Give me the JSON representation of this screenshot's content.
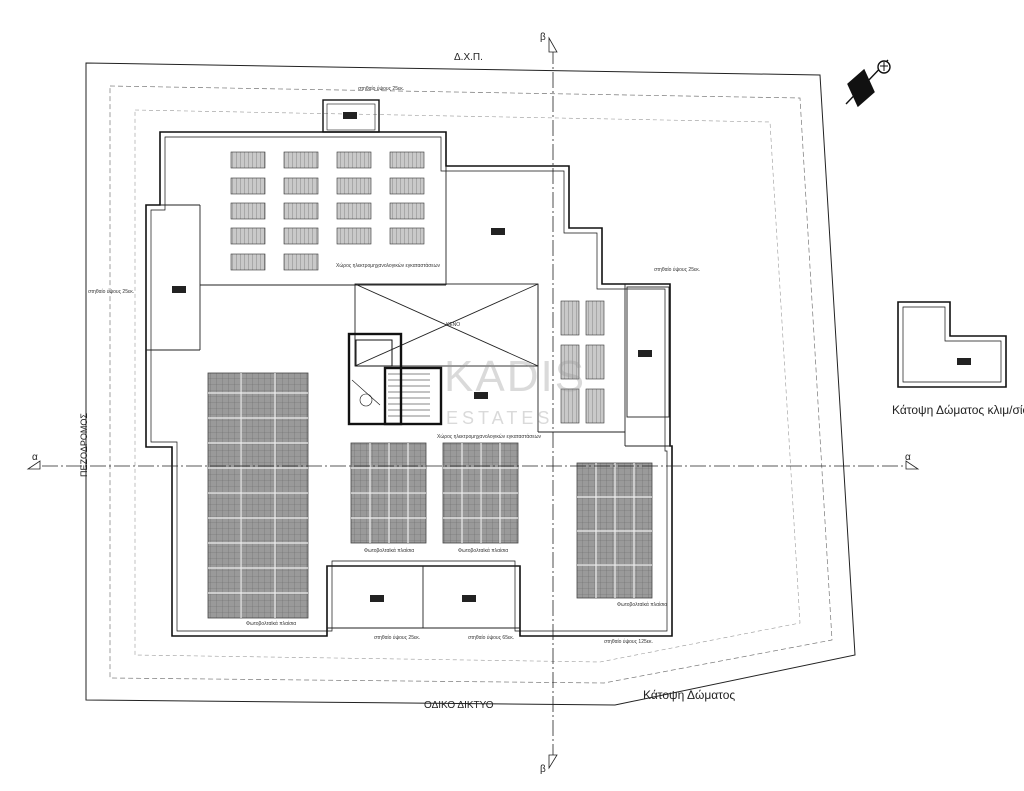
{
  "title_roof_plan": "Κάτοψη Δώματος",
  "title_ac_roof_plan": "Κάτοψη Δώματος κλιμ/σίου",
  "top_boundary_label": "Δ.Χ.Π.",
  "bottom_road_label": "ΟΔΙΚΟ ΔΙΚΤΥΟ",
  "left_road_label": "ΠΕΖΟΔΡΟΜΟΣ",
  "section_a": "α",
  "section_b": "β",
  "room_label_top": "Χώρος ηλεκτρομηχανολογικών εγκαταστάσεων",
  "room_label_mid": "Χώρος ηλεκτρομηχανολογικών εγκαταστάσεων",
  "void_label": "ΚΕΝΟ",
  "solar_panel_label_1": "Φωτοβολταϊκά πλαίσια",
  "solar_panel_label_2": "Φωτοβολταϊκά πλαίσια",
  "solar_panel_label_3": "Φωτοβολταϊκά πλαίσια",
  "solar_panel_label_4": "Φωτοβολταϊκά πλαίσια",
  "parapet_label_top": "στηθαίο ύψους 25εκ.",
  "parapet_label_left": "στηθαίο ύψους 25εκ.",
  "parapet_label_right": "στηθαίο ύψους 25εκ.",
  "parapet_label_bottom_1": "στηθαίο ύψους 25εκ.",
  "parapet_label_bottom_2": "στηθαίο ύψους 65εκ.",
  "parapet_label_bottom_3": "στηθαίο ύψους 125εκ.",
  "watermark_brand": "KADIS",
  "watermark_sub": "ESTATES"
}
